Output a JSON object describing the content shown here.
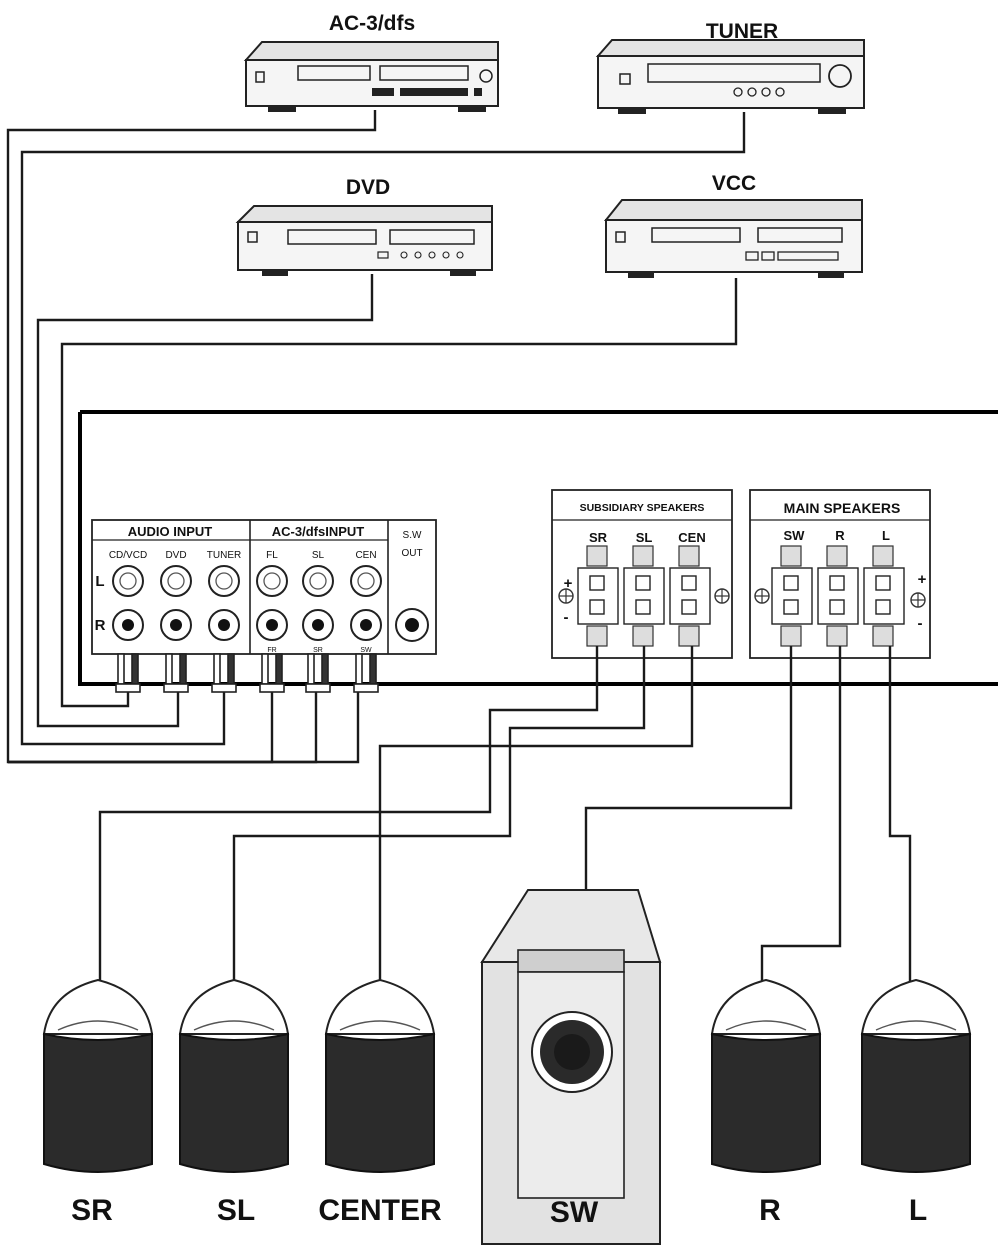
{
  "devices": {
    "ac3": "AC-3/dfs",
    "tuner": "TUNER",
    "dvd": "DVD",
    "vcc": "VCC"
  },
  "audio_input": {
    "header": "AUDIO INPUT",
    "jacks": [
      "CD/VCD",
      "DVD",
      "TUNER"
    ]
  },
  "ac3_input": {
    "header": "AC-3/dfsINPUT",
    "jacks": [
      "FL",
      "SL",
      "CEN"
    ],
    "plug_hints": [
      "FR",
      "SR",
      "SW"
    ]
  },
  "sw_out": {
    "line1": "S.W",
    "line2": "OUT"
  },
  "row_labels": {
    "left": "L",
    "right": "R"
  },
  "subsidiary": {
    "header": "SUBSIDIARY SPEAKERS",
    "terminals": [
      "SR",
      "SL",
      "CEN"
    ]
  },
  "main": {
    "header": "MAIN SPEAKERS",
    "terminals": [
      "SW",
      "R",
      "L"
    ]
  },
  "polarity": {
    "plus": "+",
    "minus": "-"
  },
  "speakers": {
    "sr": "SR",
    "sl": "SL",
    "center": "CENTER",
    "sw": "SW",
    "r": "R",
    "l": "L"
  }
}
